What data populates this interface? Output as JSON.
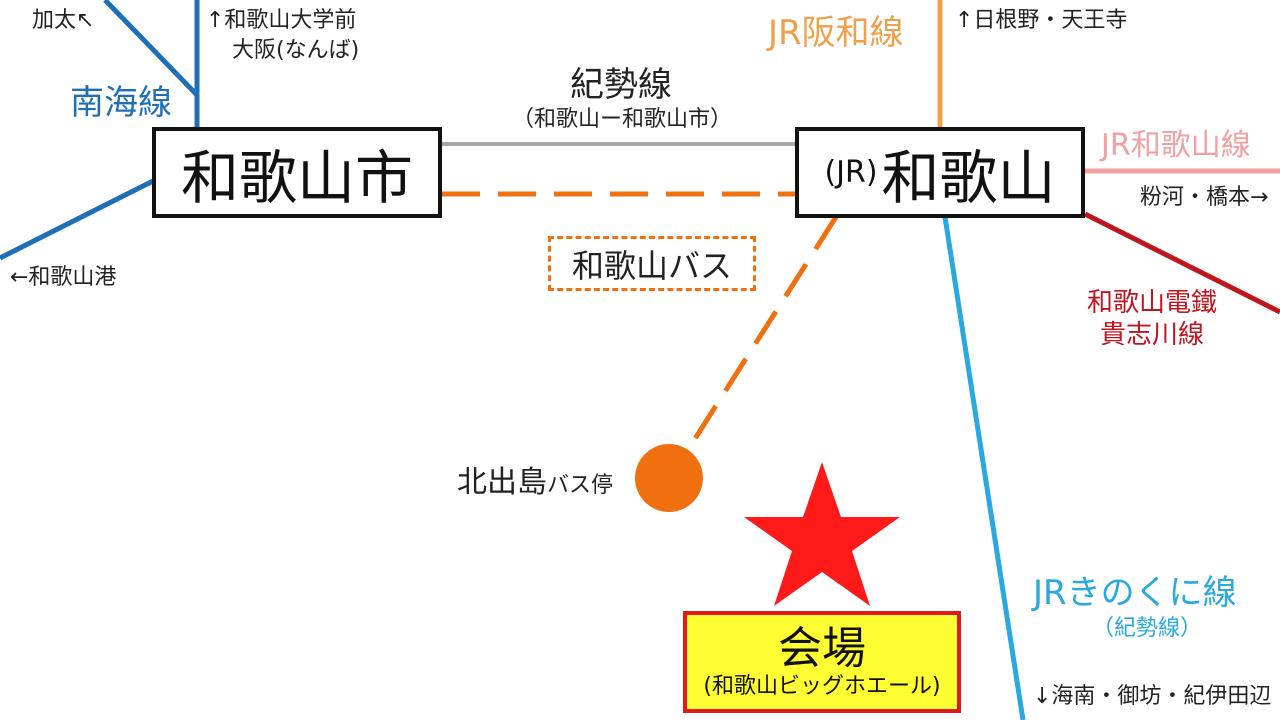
{
  "colors": {
    "nankai": "#1f6fb5",
    "hanwa": "#f0a04a",
    "wakayama_line": "#f2a0a0",
    "kise_line": "#a8a8a8",
    "kinokuni": "#2aa9e0",
    "kishigawa": "#c0141e",
    "bus": "#f07010",
    "venue_fill": "#ffff33",
    "venue_border": "#e01a1a",
    "star": "#ff1a1a",
    "bus_stop": "#f07010"
  },
  "stations": {
    "wakayamashi": "和歌山市",
    "wakayama": "和歌山",
    "wakayama_prefix": "(JR)"
  },
  "lines": {
    "nankai": "南海線",
    "hanwa": "JR阪和線",
    "wakayama_line": "JR和歌山線",
    "kise": "紀勢線",
    "kise_sub": "（和歌山ー和歌山市）",
    "kinokuni": "JRきのくに線",
    "kinokuni_sub": "（紀勢線）",
    "kishigawa_1": "和歌山電鐵",
    "kishigawa_2": "貴志川線",
    "bus": "和歌山バス"
  },
  "directions": {
    "kada": "加太↖",
    "univ": "↑和歌山大学前",
    "osaka": "大阪(なんば)",
    "port": "←和歌山港",
    "hine": "↑日根野・天王寺",
    "kokawa": "粉河・橋本→",
    "kainan": "↓海南・御坊・紀伊田辺"
  },
  "bus_stop": {
    "name": "北出島",
    "suffix": "バス停"
  },
  "venue": {
    "name": "会場",
    "sub": "(和歌山ビッグホエール)"
  }
}
